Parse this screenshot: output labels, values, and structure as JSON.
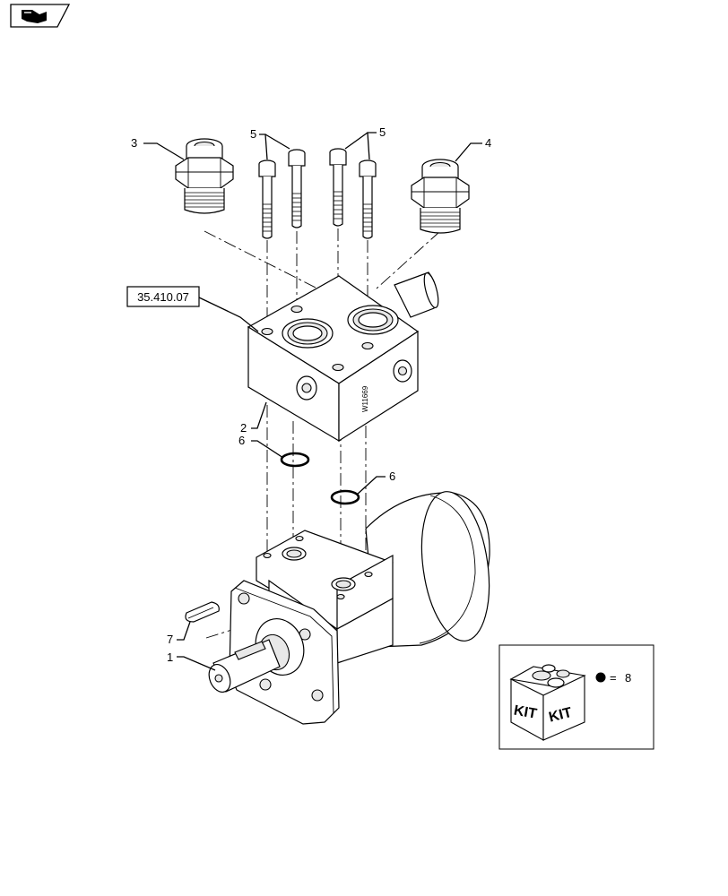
{
  "nav": {
    "icon": "back-arrow-icon"
  },
  "reference_box": {
    "label": "35.410.07"
  },
  "callouts": {
    "c1": "1",
    "c2": "2",
    "c3": "3",
    "c4": "4",
    "c5a": "5",
    "c5b": "5",
    "c6a": "6",
    "c6b": "6",
    "c7": "7"
  },
  "valve_marking": "W11669",
  "kit": {
    "word_left": "KIT",
    "word_right": "KIT",
    "equals": "=",
    "number": "8"
  }
}
